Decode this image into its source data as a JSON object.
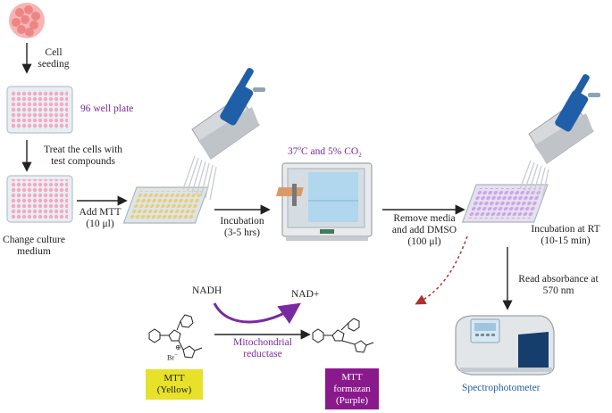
{
  "labels": {
    "cell_seeding_1": "Cell",
    "cell_seeding_2": "seeding",
    "well_plate": "96 well plate",
    "treat_1": "Treat the cells with",
    "treat_2": "test compounds",
    "change_medium_1": "Change culture",
    "change_medium_2": "medium",
    "add_mtt_1": "Add MTT",
    "add_mtt_2": "(10 μl)",
    "incubation_1": "Incubation",
    "incubation_2": "(3-5 hrs)",
    "incubator_cond_a": "37",
    "incubator_cond_b": "o",
    "incubator_cond_c": "C and 5% CO",
    "incubator_cond_d": "2",
    "remove_media_1": "Remove media",
    "remove_media_2": "and add DMSO",
    "remove_media_3": "(100 μl)",
    "incubation_rt_1": "Incubation at RT",
    "incubation_rt_2": "(10-15 min)",
    "read_abs_1": "Read absorbance at",
    "read_abs_2": "570 nm",
    "nadh": "NADH",
    "nad_plus": "NAD+",
    "enzyme_1": "Mitochondrial",
    "enzyme_2": "reductase",
    "spectrophotometer": "Spectrophotometer",
    "mtt_box_1": "MTT",
    "mtt_box_2": "(Yellow)",
    "formazan_box_1": "MTT",
    "formazan_box_2": "formazan",
    "formazan_box_3": "(Purple)",
    "bromide": "Br",
    "minus": "−",
    "plus": "⊕"
  },
  "colors": {
    "purple_text": "#7a2aa0",
    "mtt_box": "#e8e12a",
    "formazan_box": "#8a1a8c",
    "cells": "#f28b8b",
    "well_pink": "#f3a9c2",
    "well_yellow": "#e6cf7a",
    "well_purple": "#c9a6e8",
    "pipette_blue": "#1f5fa8",
    "dashed_arrow": "#b03030"
  },
  "icons": [
    "cell-cluster-icon",
    "well-plate-icon",
    "multichannel-pipette-icon",
    "incubator-icon",
    "spectrophotometer-icon"
  ]
}
